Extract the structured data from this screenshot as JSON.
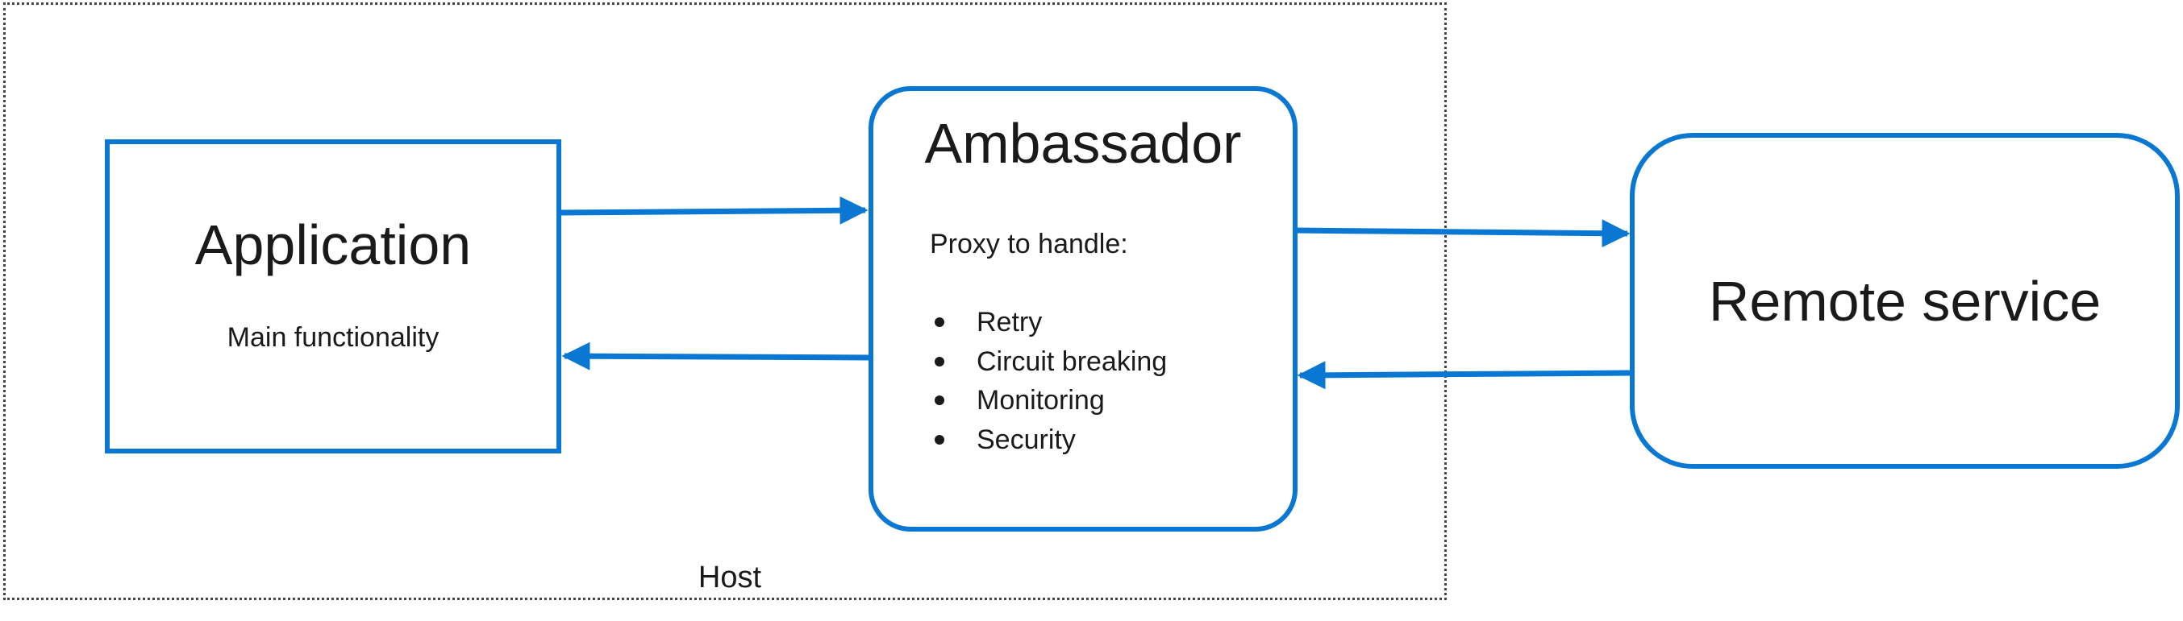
{
  "diagram": {
    "host_label": "Host",
    "application": {
      "title": "Application",
      "subtitle": "Main functionality"
    },
    "ambassador": {
      "title": "Ambassador",
      "subtitle": "Proxy to handle:",
      "items": [
        "Retry",
        "Circuit breaking",
        "Monitoring",
        "Security"
      ]
    },
    "remote_service": {
      "title": "Remote service"
    },
    "colors": {
      "accent": "#0a78d2",
      "text": "#1a1a1a",
      "host_border": "#444444"
    }
  }
}
